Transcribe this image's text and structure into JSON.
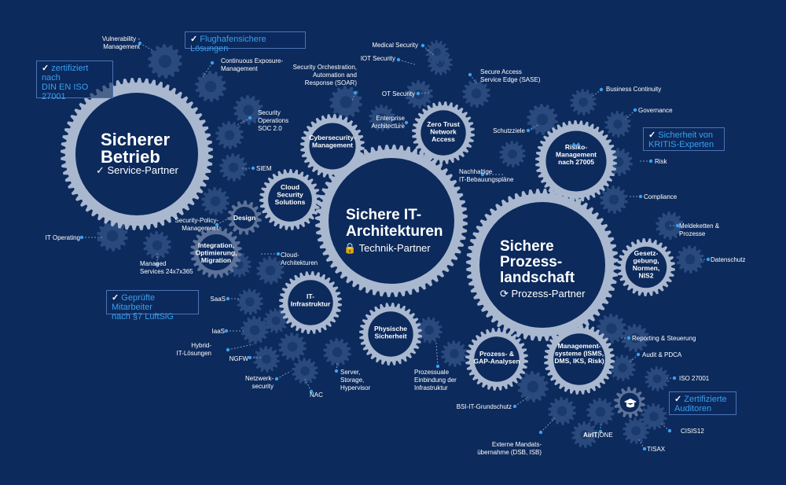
{
  "colors": {
    "background": "#0c2a5c",
    "gear_dark": "#2a4a7e",
    "gear_light": "#a9b8cf",
    "gear_core": "#0c2a5c",
    "accent": "#3aa0ee",
    "text": "#ffffff"
  },
  "hubs": {
    "betrieb": {
      "title": [
        "Sicherer",
        "Betrieb"
      ],
      "subtitle": "Service-Partner",
      "icon": "check-icon"
    },
    "architektur": {
      "title": [
        "Sichere IT-",
        "Architekturen"
      ],
      "subtitle": "Technik-Partner",
      "icon": "lock-icon"
    },
    "prozess": {
      "title": [
        "Sichere",
        "Prozess-",
        "landschaft"
      ],
      "subtitle": "Prozess-Partner",
      "icon": "refresh-icon"
    }
  },
  "mid_gears": [
    {
      "name": "cybersecurity",
      "lines": [
        "Cybersecurity-",
        "Management"
      ]
    },
    {
      "name": "zero-trust",
      "lines": [
        "Zero Trust",
        "Network",
        "Access"
      ]
    },
    {
      "name": "cloud-security",
      "lines": [
        "Cloud",
        "Security",
        "Solutions"
      ]
    },
    {
      "name": "design",
      "lines": [
        "Design"
      ]
    },
    {
      "name": "integration",
      "lines": [
        "Integration,",
        "Optimierung,",
        "Migration"
      ]
    },
    {
      "name": "it-infrastruktur",
      "lines": [
        "IT-",
        "Infrastruktur"
      ]
    },
    {
      "name": "physische-sicherheit",
      "lines": [
        "Physische",
        "Sicherheit"
      ]
    },
    {
      "name": "risiko",
      "lines": [
        "Risiko-",
        "Management",
        "nach 27005"
      ]
    },
    {
      "name": "gesetzgebung",
      "lines": [
        "Gesetz-",
        "gebung,",
        "Normen,",
        "NIS2"
      ]
    },
    {
      "name": "prozess-gap",
      "lines": [
        "Prozess- &",
        "GAP-Analysen"
      ]
    },
    {
      "name": "managementsysteme",
      "lines": [
        "Management-",
        "systeme (ISMS,",
        "DMS, IKS, Risk)"
      ]
    }
  ],
  "labels": [
    {
      "name": "vulnerability",
      "lines": [
        "Vulnerability -",
        "Management"
      ]
    },
    {
      "name": "continuous-exposure",
      "lines": [
        "Continuous Exposure-",
        "Management"
      ]
    },
    {
      "name": "soc",
      "lines": [
        "Security",
        "Operations",
        "SOC 2.0"
      ]
    },
    {
      "name": "siem",
      "lines": [
        "SIEM"
      ]
    },
    {
      "name": "security-policy",
      "lines": [
        "Security-Policy-",
        "Management"
      ]
    },
    {
      "name": "it-operating",
      "lines": [
        "IT Operating"
      ]
    },
    {
      "name": "managed-services",
      "lines": [
        "Managed",
        "Services 24x7x365"
      ]
    },
    {
      "name": "soar",
      "lines": [
        "Security Orchestration,",
        "Automation and",
        "Response (SOAR)"
      ]
    },
    {
      "name": "medical-security",
      "lines": [
        "Medical Security"
      ]
    },
    {
      "name": "iot-security",
      "lines": [
        "IOT Security"
      ]
    },
    {
      "name": "ot-security",
      "lines": [
        "OT Security"
      ]
    },
    {
      "name": "sase",
      "lines": [
        "Secure Access",
        "Service Edge (SASE)"
      ]
    },
    {
      "name": "enterprise-architecture",
      "lines": [
        "Enterprise",
        "Architecture"
      ]
    },
    {
      "name": "schutzziele",
      "lines": [
        "Schutzziele"
      ]
    },
    {
      "name": "it-bebauungsplaene",
      "lines": [
        "Nachhaltige",
        "IT-Bebauungspläne"
      ]
    },
    {
      "name": "cloud-architekturen",
      "lines": [
        "Cloud-",
        "Architekturen"
      ]
    },
    {
      "name": "saas",
      "lines": [
        "SaaS"
      ]
    },
    {
      "name": "iaas",
      "lines": [
        "IaaS"
      ]
    },
    {
      "name": "hybrid-it",
      "lines": [
        "Hybrid-",
        "IT-Lösungen"
      ]
    },
    {
      "name": "ngfw",
      "lines": [
        "NGFW"
      ]
    },
    {
      "name": "netzwerk-security",
      "lines": [
        "Netzwerk-",
        "security"
      ]
    },
    {
      "name": "nac",
      "lines": [
        "NAC"
      ]
    },
    {
      "name": "server-storage",
      "lines": [
        "Server,",
        "Storage,",
        "Hypervisor"
      ]
    },
    {
      "name": "prozessuale-einbindung",
      "lines": [
        "Prozessuale",
        "Einbindung der",
        "Infrastruktur"
      ]
    },
    {
      "name": "business-continuity",
      "lines": [
        "Business Continuity"
      ]
    },
    {
      "name": "governance",
      "lines": [
        "Governance"
      ]
    },
    {
      "name": "risk",
      "lines": [
        "Risk"
      ]
    },
    {
      "name": "compliance",
      "lines": [
        "Compliance"
      ]
    },
    {
      "name": "meldeketten",
      "lines": [
        "Meldeketten &",
        "Prozesse"
      ]
    },
    {
      "name": "datenschutz",
      "lines": [
        "Datenschutz"
      ]
    },
    {
      "name": "reporting",
      "lines": [
        "Reporting & Steuerung"
      ]
    },
    {
      "name": "audit-pdca",
      "lines": [
        "Audit & PDCA"
      ]
    },
    {
      "name": "iso-27001",
      "lines": [
        "ISO 27001"
      ]
    },
    {
      "name": "cisis12",
      "lines": [
        "CISIS12"
      ]
    },
    {
      "name": "tisax",
      "lines": [
        "TISAX"
      ]
    },
    {
      "name": "bsi-grundschutz",
      "lines": [
        "BSI-IT-Grundschutz"
      ]
    },
    {
      "name": "externe-mandate",
      "lines": [
        "Externe Mandats-",
        "übernahme (DSB, ISB)"
      ]
    }
  ],
  "airitone": {
    "text_bold": "AirIT",
    "text_thin": "ONE"
  },
  "highlight_boxes": [
    {
      "name": "flughafen-box",
      "lines": [
        "Flughafensichere Lösungen"
      ]
    },
    {
      "name": "zertifiziert-box",
      "lines": [
        "zertifiziert nach",
        "DIN EN ISO",
        "27001"
      ]
    },
    {
      "name": "kritis-box",
      "lines": [
        "Sicherheit von",
        "KRITIS-Experten"
      ]
    },
    {
      "name": "mitarbeiter-box",
      "lines": [
        "Geprüfte Mitarbeiter",
        "nach §7 LuftSiG"
      ]
    },
    {
      "name": "auditoren-box",
      "lines": [
        "Zertifizierte",
        "Auditoren"
      ]
    }
  ]
}
